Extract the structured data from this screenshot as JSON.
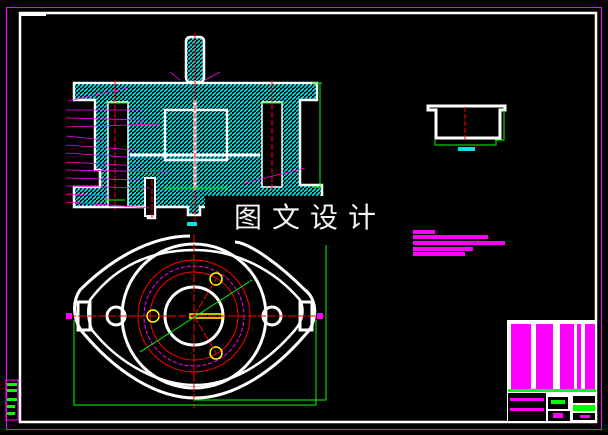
{
  "watermark": {
    "chars": [
      "图",
      "文",
      "设",
      "计"
    ]
  },
  "colors": {
    "background": "#000000",
    "outline": "#ffffff",
    "border": "#ff00ff",
    "hatch": "#00e5e5",
    "centerline": "#ff0000",
    "dimension": "#00ff00",
    "hole": "#ffff00"
  }
}
